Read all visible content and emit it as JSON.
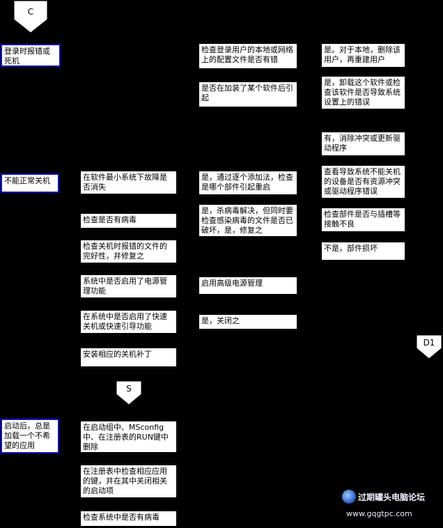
{
  "connectors": {
    "top": "C",
    "mid": "S",
    "right": "D1"
  },
  "nodes": {
    "c1": "登录时报错或死机",
    "c2": "不能正常关机",
    "c3": "启动后，总是加载一个不希望的应用",
    "q_safe_mode": "在软件最小系统下故障是否消失",
    "q_virus": "检查是否有病毒",
    "q_file_integrity": "检查关机时报错的文件的完好性，并修复之",
    "q_power_mgmt": "系统中是否启用了电源管理功能",
    "q_fast_shutdown": "在系统中是否启用了快速关机或快速引导功能",
    "q_patch": "安装相应的关机补丁",
    "s_msconfig": "在启动组中、MSconfig中、在注册表的RUN键中删除",
    "s_registry": "在注册表中检查相应应用的键，并在其中关闭相关的启动项",
    "s_virus": "检查系统中是否有病毒",
    "m_profile": "检查登录用户的本地或网络上的配置文件是否有错",
    "m_software": "是否在加装了某个软件后引起",
    "m_add_one_by_one": "是，通过逐个添加法，检查是哪个部件引起重启",
    "m_kill_virus": "是，杀病毒解决，但同时要检查感染病毒的文件是否已破坏，是，修复之",
    "m_enable_power": "启用高级电源管理",
    "m_close_it": "是，关闭之",
    "r_local_delete": "是。对于本地，删除该用户，再重建用户",
    "r_uninstall": "是，卸载这个软件或检查该软件是否导致系统设置上的错误",
    "r_conflict": "有，消除冲突或更新驱动程序",
    "r_device_check": "查看导致系统不能关机的设备是否有资源冲突或驱动程序错误",
    "r_plug": "检查部件是否与插槽等接触不良",
    "r_broken": "不是，部件损坏"
  },
  "watermark": {
    "title": "过期罐头电脑论坛",
    "url": "www.gqgtpc.com"
  },
  "colors": {
    "background": "#000000",
    "box": "#ffffff",
    "highlight_border": "#1010c8"
  }
}
